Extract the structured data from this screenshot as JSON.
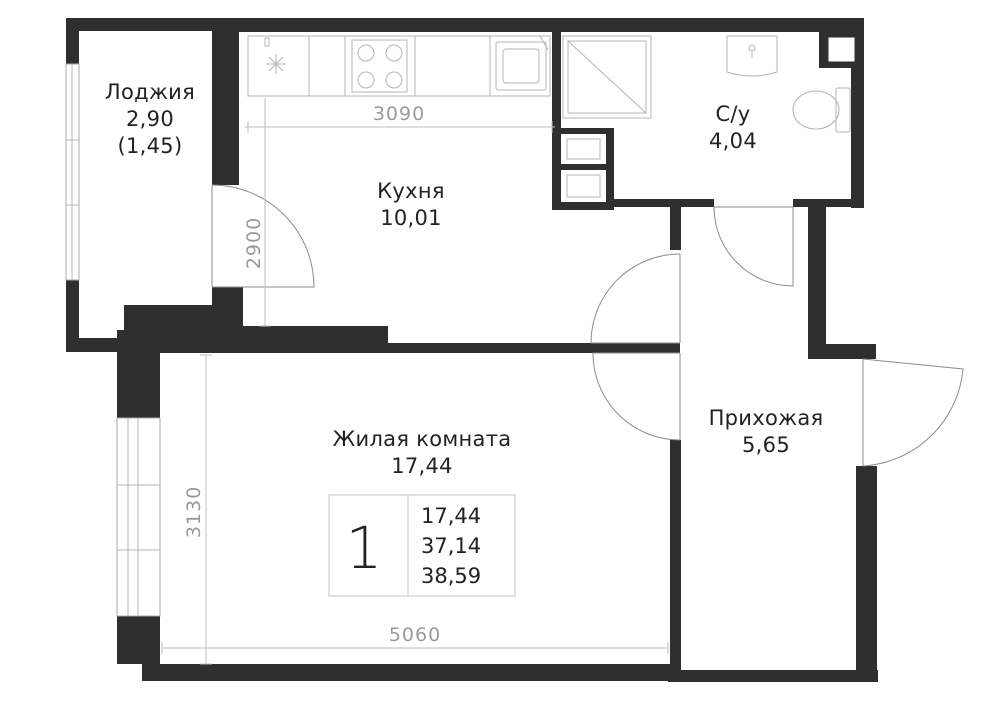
{
  "rooms": {
    "loggia": {
      "name": "Лоджия",
      "area": "2,90",
      "area_reduced": "(1,45)"
    },
    "kitchen": {
      "name": "Кухня",
      "area": "10,01"
    },
    "bathroom": {
      "name": "С/у",
      "area": "4,04"
    },
    "living_room": {
      "name": "Жилая комната",
      "area": "17,44"
    },
    "hallway": {
      "name": "Прихожая",
      "area": "5,65"
    }
  },
  "dimensions": {
    "kitchen_width": "3090",
    "kitchen_depth": "2900",
    "room_depth": "3130",
    "room_width": "5060"
  },
  "summary": {
    "rooms_count": "1",
    "living_area": "17,44",
    "total_area": "37,14",
    "total_area_with_loggia": "38,59"
  },
  "colors": {
    "wall": "#2f2f2f",
    "fixtures": "#b4b4b4",
    "dimension_text": "#9a9a9a",
    "label_text": "#222222"
  }
}
